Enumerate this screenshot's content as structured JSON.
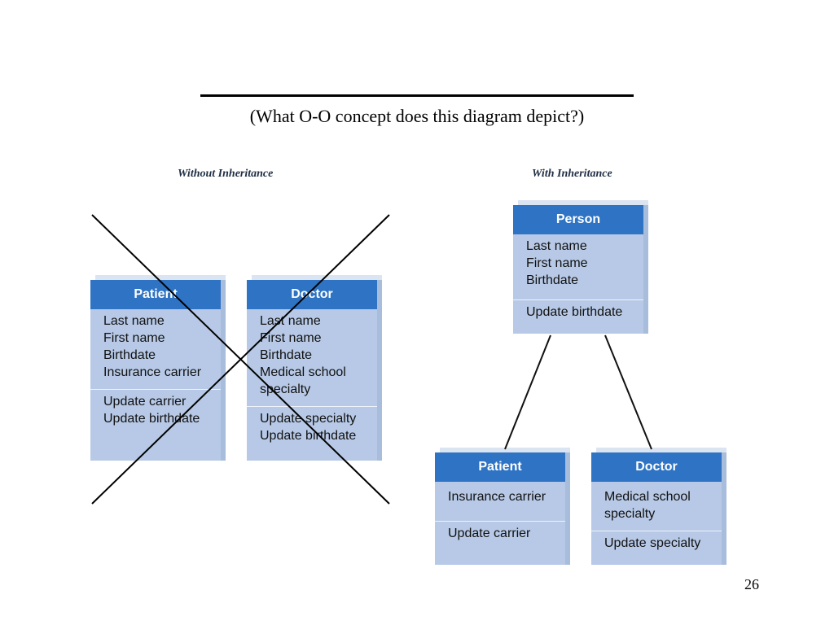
{
  "slide": {
    "question": "(What O-O concept does this diagram depict?)",
    "page_number": "26"
  },
  "without_inheritance": {
    "title": "Without Inheritance",
    "patient": {
      "name": "Patient",
      "attributes": [
        "Last name",
        "First name",
        "Birthdate",
        "Insurance carrier"
      ],
      "operations": [
        "Update carrier",
        "Update birthdate"
      ]
    },
    "doctor": {
      "name": "Doctor",
      "attributes": [
        "Last name",
        "First name",
        "Birthdate",
        "Medical school",
        "specialty"
      ],
      "operations": [
        "Update specialty",
        "Update birthdate"
      ]
    }
  },
  "with_inheritance": {
    "title": "With Inheritance",
    "person": {
      "name": "Person",
      "attributes": [
        "Last name",
        "First name",
        "Birthdate"
      ],
      "operations": [
        "Update birthdate"
      ]
    },
    "patient": {
      "name": "Patient",
      "attributes": [
        "Insurance carrier"
      ],
      "operations": [
        "Update carrier"
      ]
    },
    "doctor": {
      "name": "Doctor",
      "attributes": [
        "Medical school",
        "specialty"
      ],
      "operations": [
        "Update specialty"
      ]
    }
  },
  "colors": {
    "class_header": "#2e73c4",
    "class_body": "#b7c9e6",
    "lines": "#000000"
  }
}
